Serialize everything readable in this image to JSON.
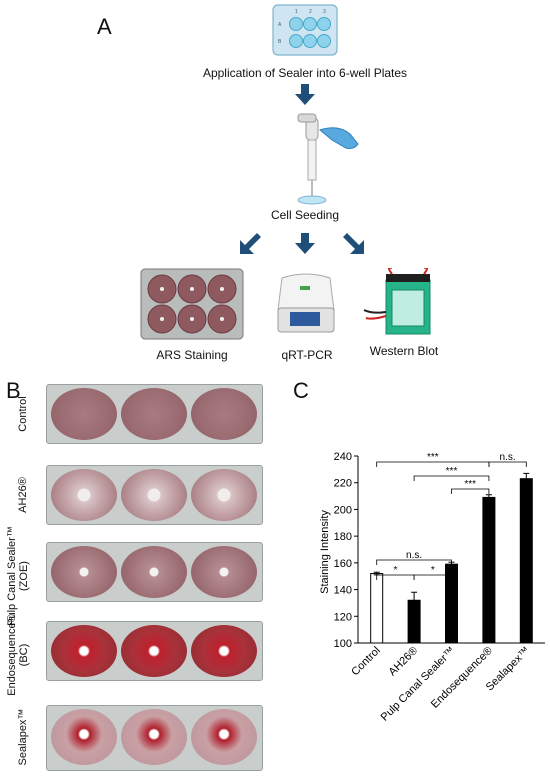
{
  "panels": {
    "a": "A",
    "b": "B",
    "c": "C"
  },
  "workflow": {
    "plate_row_labels": [
      "A",
      "B"
    ],
    "plate_col_labels": [
      "1",
      "2",
      "3"
    ],
    "step1": "Application of Sealer into 6-well Plates",
    "step2": "Cell Seeding",
    "outcomes": [
      "ARS Staining",
      "qRT-PCR",
      "Western Blot"
    ]
  },
  "photo_rows": [
    {
      "label": "Control",
      "sub": ""
    },
    {
      "label": "AH26®",
      "sub": ""
    },
    {
      "label": "Pulp Canal Sealer™",
      "sub": "(ZOE)"
    },
    {
      "label": "Endosequence®",
      "sub": "(BC)"
    },
    {
      "label": "Sealapex™",
      "sub": ""
    }
  ],
  "chart_data": {
    "type": "bar",
    "categories": [
      "Control",
      "AH26®",
      "Pulp Canal Sealer™",
      "Endosequence®",
      "Sealapex™"
    ],
    "values": [
      152,
      132,
      159,
      209,
      223
    ],
    "errors": [
      1,
      6,
      1.5,
      2,
      4
    ],
    "fills": [
      "#ffffff",
      "#000000",
      "#000000",
      "#000000",
      "#000000"
    ],
    "ylabel": "Staining Intensity",
    "ylim": [
      100,
      240
    ],
    "yticks": [
      100,
      120,
      140,
      160,
      180,
      200,
      220,
      240
    ],
    "grid": false,
    "significance": [
      {
        "from": 0,
        "to": 3,
        "label": "***"
      },
      {
        "from": 1,
        "to": 3,
        "label": "***"
      },
      {
        "from": 2,
        "to": 3,
        "label": "***"
      },
      {
        "from": 3,
        "to": 4,
        "label": "n.s."
      },
      {
        "from": 0,
        "to": 2,
        "label": "n.s."
      },
      {
        "from": 0,
        "to": 1,
        "label": "*"
      },
      {
        "from": 1,
        "to": 2,
        "label": "*"
      }
    ]
  }
}
